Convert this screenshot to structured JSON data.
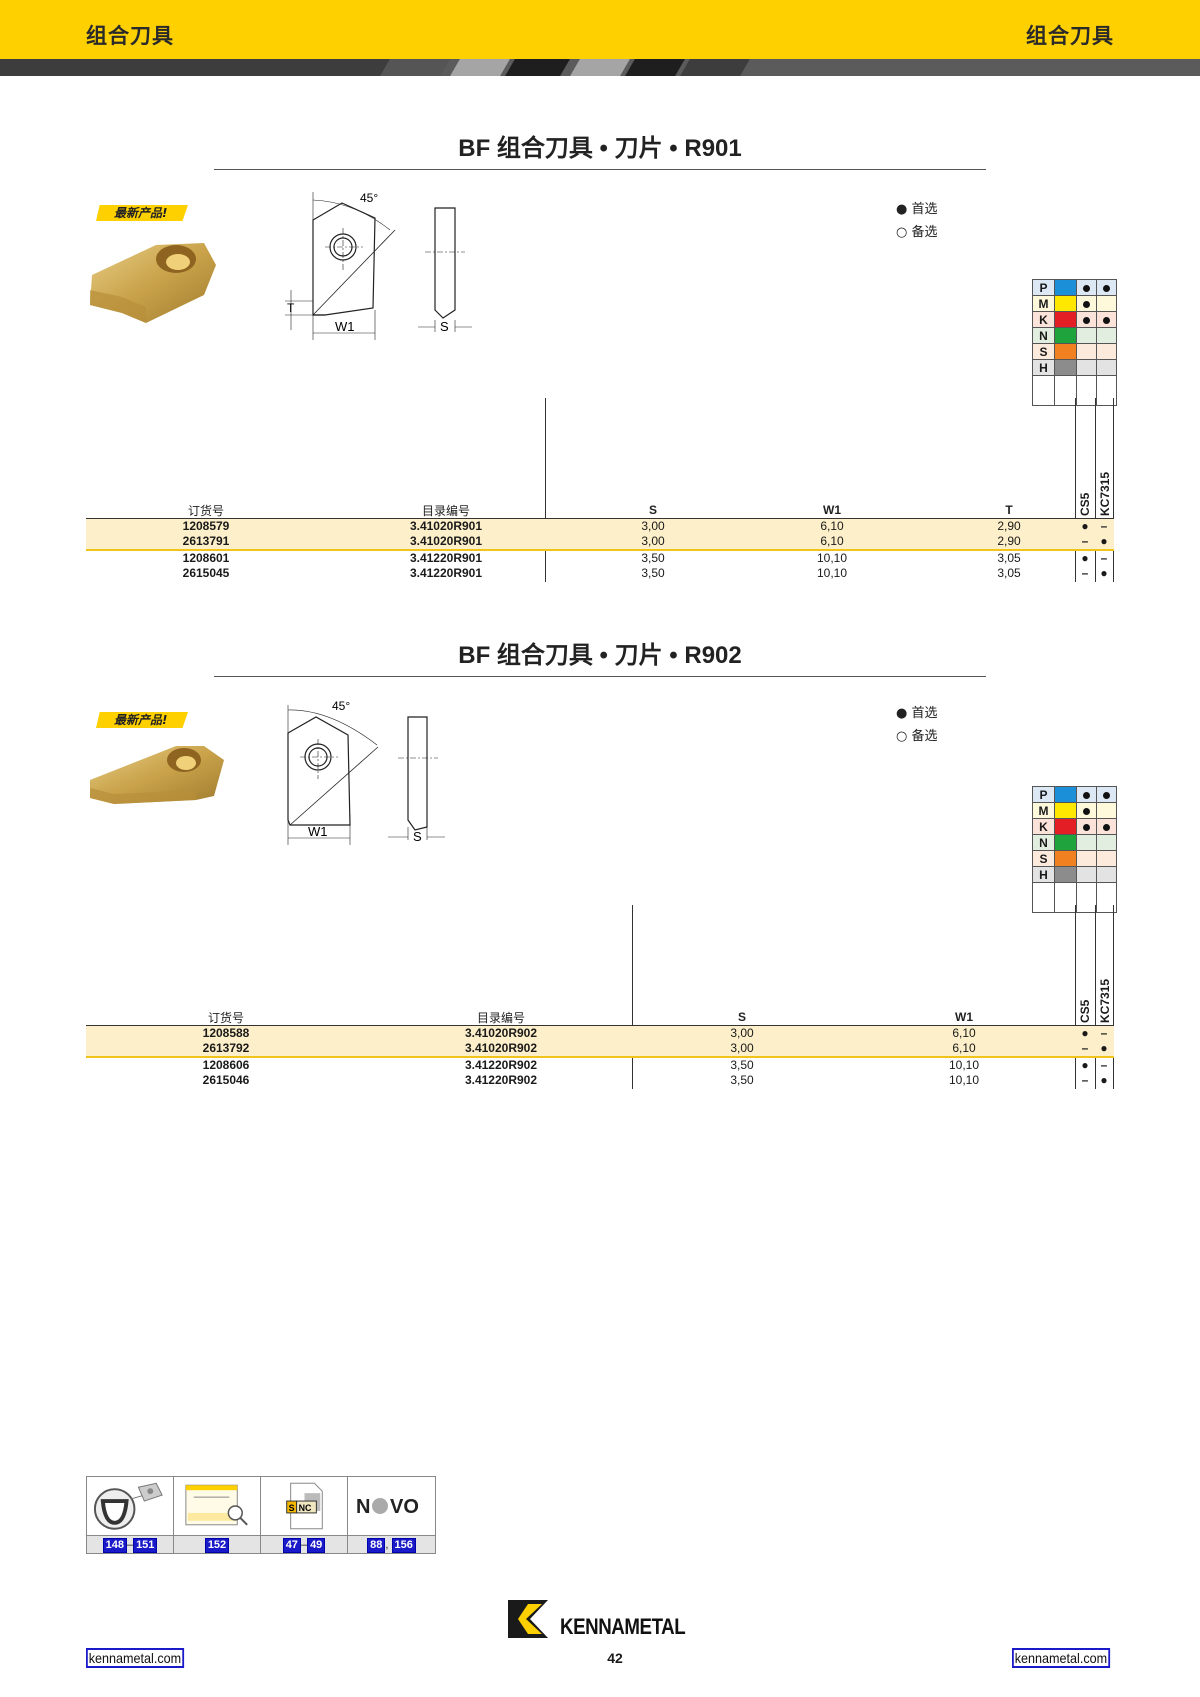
{
  "header": {
    "title_left": "组合刀具",
    "title_right": "组合刀具",
    "background": "#FFD000"
  },
  "sections": [
    {
      "title": "BF 组合刀具 • 刀片 • R901",
      "badge": "最新产品!",
      "drawing": {
        "angle": "45°",
        "dims": [
          "T",
          "W1",
          "S"
        ]
      },
      "legend": {
        "preferred": "● 首选",
        "alternative": "○ 备选"
      },
      "materials": [
        {
          "code": "P",
          "color": "#1B8FD8",
          "tint": "#DCE9F5",
          "cs5": true,
          "kc7315": true
        },
        {
          "code": "M",
          "color": "#FFE800",
          "tint": "#FFF9DC",
          "cs5": true,
          "kc7315": false
        },
        {
          "code": "K",
          "color": "#E31E24",
          "tint": "#FBE3DA",
          "cs5": true,
          "kc7315": true
        },
        {
          "code": "N",
          "color": "#1FA33C",
          "tint": "#E2EFE0",
          "cs5": false,
          "kc7315": false
        },
        {
          "code": "S",
          "color": "#F08020",
          "tint": "#FCEBDD",
          "cs5": false,
          "kc7315": false
        },
        {
          "code": "H",
          "color": "#8C8C8C",
          "tint": "#E3E3E3",
          "cs5": false,
          "kc7315": false
        }
      ],
      "grades": [
        "CS5",
        "KC7315"
      ],
      "columns": [
        "订货号",
        "目录编号",
        "S",
        "W1",
        "T"
      ],
      "rows": [
        {
          "order_no": "1208579",
          "catalog_no": "3.41020R901",
          "S": "3,00",
          "W1": "6,10",
          "T": "2,90",
          "CS5": "●",
          "KC7315": "–"
        },
        {
          "order_no": "2613791",
          "catalog_no": "3.41020R901",
          "S": "3,00",
          "W1": "6,10",
          "T": "2,90",
          "CS5": "–",
          "KC7315": "●"
        },
        {
          "order_no": "1208601",
          "catalog_no": "3.41220R901",
          "S": "3,50",
          "W1": "10,10",
          "T": "3,05",
          "CS5": "●",
          "KC7315": "–"
        },
        {
          "order_no": "2615045",
          "catalog_no": "3.41220R901",
          "S": "3,50",
          "W1": "10,10",
          "T": "3,05",
          "CS5": "–",
          "KC7315": "●"
        }
      ]
    },
    {
      "title": "BF 组合刀具 • 刀片 • R902",
      "badge": "最新产品!",
      "drawing": {
        "angle": "45°",
        "dims": [
          "W1",
          "S"
        ]
      },
      "legend": {
        "preferred": "● 首选",
        "alternative": "○ 备选"
      },
      "materials": [
        {
          "code": "P",
          "color": "#1B8FD8",
          "tint": "#DCE9F5",
          "cs5": true,
          "kc7315": true
        },
        {
          "code": "M",
          "color": "#FFE800",
          "tint": "#FFF9DC",
          "cs5": true,
          "kc7315": false
        },
        {
          "code": "K",
          "color": "#E31E24",
          "tint": "#FBE3DA",
          "cs5": true,
          "kc7315": true
        },
        {
          "code": "N",
          "color": "#1FA33C",
          "tint": "#E2EFE0",
          "cs5": false,
          "kc7315": false
        },
        {
          "code": "S",
          "color": "#F08020",
          "tint": "#FCEBDD",
          "cs5": false,
          "kc7315": false
        },
        {
          "code": "H",
          "color": "#8C8C8C",
          "tint": "#E3E3E3",
          "cs5": false,
          "kc7315": false
        }
      ],
      "grades": [
        "CS5",
        "KC7315"
      ],
      "columns": [
        "订货号",
        "目录编号",
        "S",
        "W1"
      ],
      "rows": [
        {
          "order_no": "1208588",
          "catalog_no": "3.41020R902",
          "S": "3,00",
          "W1": "6,10",
          "CS5": "●",
          "KC7315": "–"
        },
        {
          "order_no": "2613792",
          "catalog_no": "3.41020R902",
          "S": "3,00",
          "W1": "6,10",
          "CS5": "–",
          "KC7315": "●"
        },
        {
          "order_no": "1208606",
          "catalog_no": "3.41220R902",
          "S": "3,50",
          "W1": "10,10",
          "CS5": "●",
          "KC7315": "–"
        },
        {
          "order_no": "2615046",
          "catalog_no": "3.41220R902",
          "S": "3,50",
          "W1": "10,10",
          "CS5": "–",
          "KC7315": "●"
        }
      ]
    }
  ],
  "reference_icons": [
    {
      "icon": "insert-wear-icon",
      "refs": [
        "148",
        "151"
      ],
      "sep": "–"
    },
    {
      "icon": "catalog-document-search-icon",
      "refs": [
        "152"
      ],
      "sep": ""
    },
    {
      "icon": "snc-document-icon",
      "refs": [
        "47",
        "49"
      ],
      "sep": "–",
      "label": "S NC"
    },
    {
      "icon": "novo-logo-icon",
      "refs": [
        "88",
        "156"
      ],
      "sep": ", ",
      "label": "NOVO"
    }
  ],
  "footer": {
    "brand": "KENNAMETAL",
    "page_number": "42",
    "link_left": "kennametal.com",
    "link_right": "kennametal.com"
  }
}
